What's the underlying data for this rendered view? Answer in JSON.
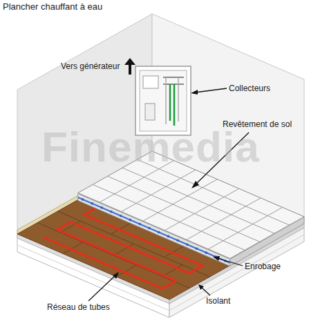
{
  "diagram": {
    "title": "Plancher chauffant à eau",
    "labels": [
      "Vers générateur",
      "Collecteurs",
      "Revêtement de sol",
      "Enrobage",
      "Isolant",
      "Réseau de tubes",
      "Finemedia"
    ]
  }
}
